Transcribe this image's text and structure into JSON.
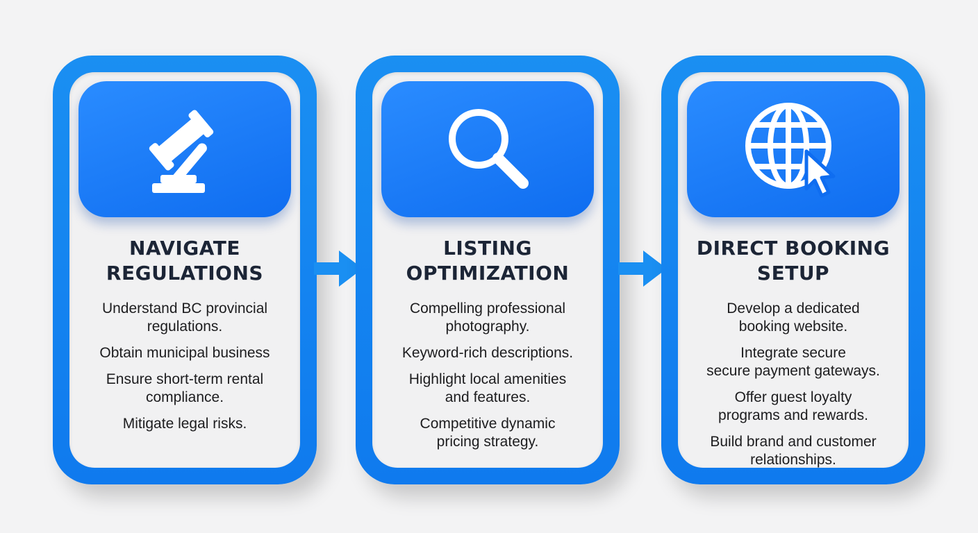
{
  "steps": [
    {
      "icon": "gavel-icon",
      "title_lines": [
        "NAVIGATE",
        "REGULATIONS"
      ],
      "items": [
        [
          "Understand BC provincial",
          "regulations."
        ],
        [
          "Obtain municipal business"
        ],
        [
          "Ensure short-term rental",
          "compliance."
        ],
        [
          "Mitigate legal risks."
        ]
      ]
    },
    {
      "icon": "magnifying-glass-icon",
      "title_lines": [
        "LISTING",
        "OPTIMIZATION"
      ],
      "items": [
        [
          "Compelling professional",
          "photography."
        ],
        [
          "Keyword-rich descriptions."
        ],
        [
          "Highlight local amenities",
          "and features."
        ],
        [
          "Competitive dynamic",
          "pricing strategy."
        ]
      ]
    },
    {
      "icon": "globe-cursor-icon",
      "title_lines": [
        "DIRECT BOOKING",
        "SETUP"
      ],
      "items": [
        [
          "Develop a dedicated",
          "booking website."
        ],
        [
          "Integrate secure",
          "secure payment gateways."
        ],
        [
          "Offer guest loyalty",
          "programs and rewards."
        ],
        [
          "Build brand and customer",
          "relationships."
        ]
      ]
    }
  ],
  "colors": {
    "accent": "#1a8ff2",
    "accent_dark": "#0f6df0",
    "panel": "#f1f1f2",
    "title_text": "#1c2536",
    "body_text": "#1d1d1f",
    "background": "#f3f3f4"
  }
}
